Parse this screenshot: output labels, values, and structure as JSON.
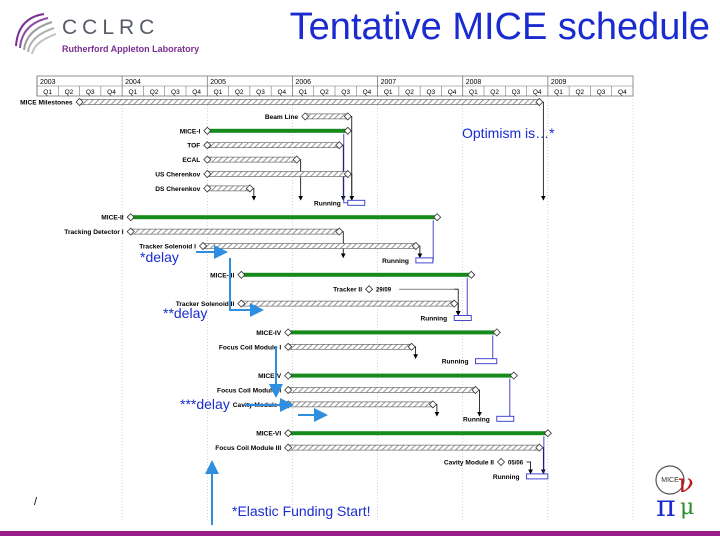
{
  "header": {
    "title": "Tentative MICE schedule",
    "logo_name": "CCLRC",
    "logo_sub": "Rutherford Appleton Laboratory"
  },
  "annotations": {
    "optimism": "Optimism is…*",
    "delay1": "*delay",
    "delay2": "**delay",
    "delay3": "***delay",
    "elastic": "*Elastic Funding Start!",
    "corner_mark": "/"
  },
  "mice_logo_text": "MICE",
  "colors": {
    "title": "#1a2bd0",
    "green_bar": "#168a1a",
    "hatched_bar": "#9a9a9a",
    "running_box": "#3333cc",
    "delay_arrow": "#2e8fe0",
    "bottom_rule": "#9a1d8d"
  },
  "chart_data": {
    "type": "gantt",
    "time_axis": {
      "years": [
        "2003",
        "2004",
        "2005",
        "2006",
        "2007",
        "2008",
        "2009"
      ],
      "quarters": [
        "Q1",
        "Q2",
        "Q3",
        "Q4"
      ],
      "range": [
        "2003-Q1",
        "2009-Q4"
      ]
    },
    "tasks": [
      {
        "label": "MICE Milestones",
        "start": 2003.5,
        "end": 2008.9,
        "style": "hatched"
      },
      {
        "label": "Beam Line",
        "start": 2006.15,
        "end": 2006.65,
        "style": "hatched"
      },
      {
        "label": "MICE-I",
        "start": 2005.0,
        "end": 2006.65,
        "style": "green"
      },
      {
        "label": "TOF",
        "start": 2005.0,
        "end": 2006.55,
        "style": "hatched"
      },
      {
        "label": "ECAL",
        "start": 2005.0,
        "end": 2006.05,
        "style": "hatched"
      },
      {
        "label": "US Cherenkov",
        "start": 2005.0,
        "end": 2006.65,
        "style": "hatched"
      },
      {
        "label": "DS Cherenkov",
        "start": 2005.0,
        "end": 2005.5,
        "style": "hatched"
      },
      {
        "label": "Running",
        "start": 2006.65,
        "end": 2006.85,
        "style": "running"
      },
      {
        "label": "MICE-II",
        "start": 2004.1,
        "end": 2007.7,
        "style": "green"
      },
      {
        "label": "Tracking Detector I",
        "start": 2004.1,
        "end": 2006.55,
        "style": "hatched"
      },
      {
        "label": "Tracker Solenoid I",
        "start": 2004.95,
        "end": 2007.45,
        "style": "hatched"
      },
      {
        "label": "Running",
        "start": 2007.45,
        "end": 2007.65,
        "style": "running"
      },
      {
        "label": "MICE-III",
        "start": 2005.4,
        "end": 2008.1,
        "style": "green"
      },
      {
        "label": "Tracker II",
        "milestone": 2006.9,
        "note": "29/09",
        "end": 2007.9,
        "style": "milestone"
      },
      {
        "label": "Tracker Solenoid II",
        "start": 2005.4,
        "end": 2007.9,
        "style": "hatched"
      },
      {
        "label": "Running",
        "start": 2007.9,
        "end": 2008.1,
        "style": "running"
      },
      {
        "label": "MICE-IV",
        "start": 2005.95,
        "end": 2008.4,
        "style": "green"
      },
      {
        "label": "Focus Coil Module I",
        "start": 2005.95,
        "end": 2007.4,
        "style": "hatched"
      },
      {
        "label": "Running",
        "start": 2008.15,
        "end": 2008.4,
        "style": "running"
      },
      {
        "label": "MICE-V",
        "start": 2005.95,
        "end": 2008.6,
        "style": "green"
      },
      {
        "label": "Focus Coil Module II",
        "start": 2005.95,
        "end": 2008.15,
        "style": "hatched"
      },
      {
        "label": "Cavity Module I",
        "start": 2005.95,
        "end": 2007.65,
        "style": "hatched"
      },
      {
        "label": "Running",
        "start": 2008.4,
        "end": 2008.6,
        "style": "running"
      },
      {
        "label": "MICE-VI",
        "start": 2005.95,
        "end": 2009.0,
        "style": "green"
      },
      {
        "label": "Focus Coil Module III",
        "start": 2005.95,
        "end": 2008.9,
        "style": "hatched"
      },
      {
        "label": "Cavity Module II",
        "milestone": 2008.45,
        "note": "05/06",
        "end": 2008.75,
        "style": "milestone"
      },
      {
        "label": "Running",
        "start": 2008.75,
        "end": 2009.0,
        "style": "running"
      }
    ]
  }
}
